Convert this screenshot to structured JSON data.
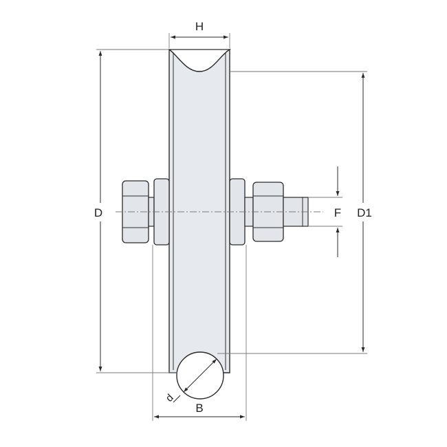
{
  "diagram": {
    "labels": {
      "H": "H",
      "D": "D",
      "D1": "D1",
      "F": "F",
      "B": "B",
      "d": "d"
    },
    "colors": {
      "line": "#2a2a2a",
      "dimension": "#7a7a7a",
      "wheel_fill": "#e6e9ee",
      "hardware_fill": "#e2e5ea",
      "background": "#ffffff"
    }
  }
}
